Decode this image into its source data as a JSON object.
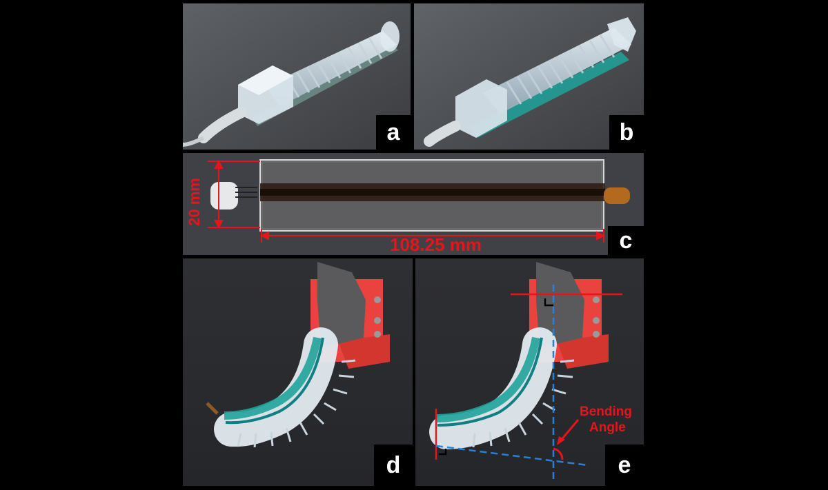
{
  "figure": {
    "panels": [
      {
        "id": "a",
        "label": "a",
        "content": "soft bellows actuator, front view"
      },
      {
        "id": "b",
        "label": "b",
        "content": "soft bellows actuator with green sensor layer"
      },
      {
        "id": "c",
        "label": "c",
        "content": "flexible strain sensor strip"
      },
      {
        "id": "d",
        "label": "d",
        "content": "actuator bent while mounted on red fixture"
      },
      {
        "id": "e",
        "label": "e",
        "content": "bending angle measurement overlay"
      }
    ],
    "dimensions": {
      "height_text": "20 mm",
      "length_text": "108.25 mm"
    },
    "annotation": {
      "line1": "Bending",
      "line2": "Angle"
    },
    "colors": {
      "background": "#000000",
      "annotation_red": "#e8141b",
      "angle_blue": "#2c7fd6",
      "fixture_red": "#e9423f",
      "sensor_green": "#1fa39a"
    }
  }
}
